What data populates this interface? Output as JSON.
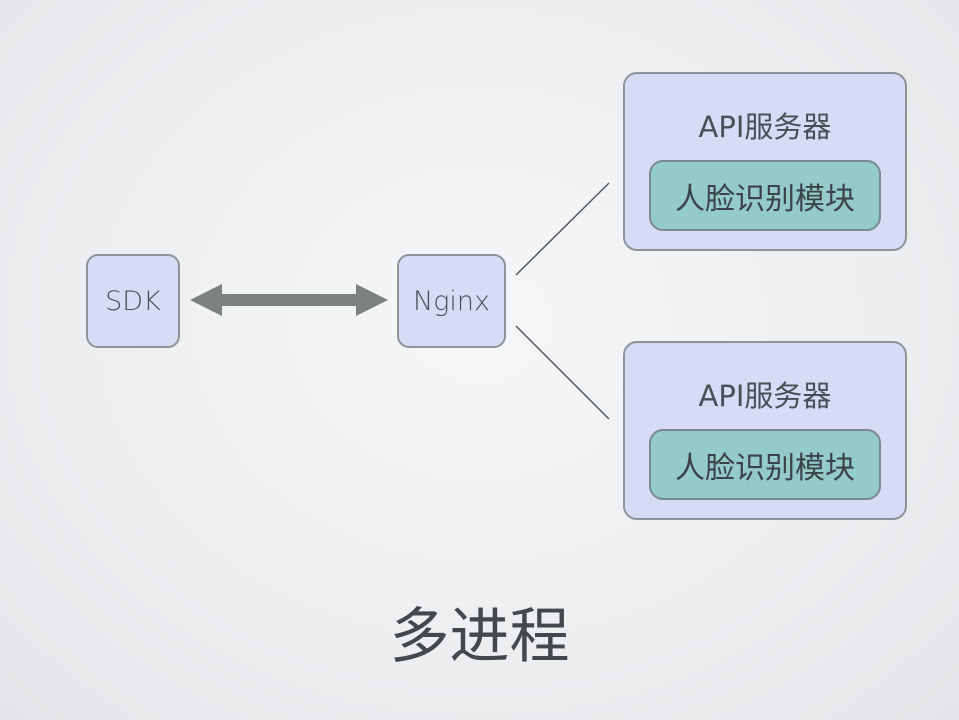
{
  "nodes": {
    "sdk": "SDK",
    "nginx": "Nginx",
    "servers": [
      {
        "label": "API服务器",
        "module": "人脸识别模块"
      },
      {
        "label": "API服务器",
        "module": "人脸识别模块"
      }
    ]
  },
  "title": "多进程",
  "colors": {
    "box": "#d6dcf5",
    "module": "#92cbc8",
    "arrow": "#7c817d"
  }
}
